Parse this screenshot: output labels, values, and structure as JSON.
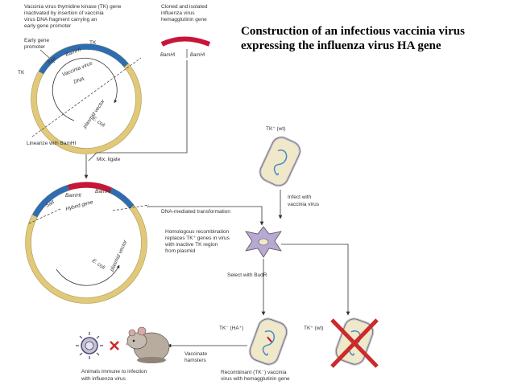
{
  "slide_title": {
    "line1": "Construction of an infectious vaccinia virus",
    "line2": "expressing the influenza virus HA gene"
  },
  "labels": {
    "tk_gene_caption": [
      "Vaccinia virus thymidine kinase (TK) gene",
      "inactivated by insertion of vaccinia",
      "virus DNA fragment carrying an",
      "early gene promoter"
    ],
    "early_gene_promoter": [
      "Early gene",
      "promoter"
    ],
    "tk_top": "TK",
    "tk_left": "TK",
    "sali": "SalI",
    "bamhi": "BamHI",
    "vaccinia_virus_dna": [
      "Vaccinia virus",
      "DNA"
    ],
    "e_coli_plasmid_vector": [
      "E. coli",
      "plasmid vector"
    ],
    "ha_gene_caption": [
      "Cloned and isolated",
      "influenza virus",
      "hemagglutinin gene"
    ],
    "bamhi_left": "BamHI",
    "bamhi_right": "BamHI",
    "linearize": "Linearize with BamHI",
    "mix_ligate": "Mix, ligate",
    "hybrid_gene": "Hybrid gene",
    "dna_transformation": "DNA-mediated transformation",
    "tk_wt_top": "TK⁺ (wt)",
    "infect": [
      "Infect with",
      "vaccinia virus"
    ],
    "homologous": [
      "Homologous recombination",
      "replaces TK⁺ genes in virus",
      "with inactive TK region",
      "from plasmid"
    ],
    "select_budr": "Select with BudR",
    "tk_minus_ha": "TK⁻ (HA⁺)",
    "tk_plus_wt_bottom": "TK⁺ (wt)",
    "vaccinate": [
      "Vaccinate",
      "hamsters"
    ],
    "recombinant": [
      "Recombinant (TK⁻) vaccinia",
      "virus with hemagglutinin gene"
    ],
    "animals_immune": [
      "Animals immune to infection",
      "with influenza virus"
    ]
  },
  "colors": {
    "plasmid_ring": "#e2c97a",
    "tk_segment": "#2f6db3",
    "ha_gene": "#c8153a",
    "virus_body": "#c7c2cf",
    "virus_fill": "#efe9c9",
    "cross": "#cc2a2a",
    "arrow": "#333333"
  },
  "icons": [
    "influenza-virus-icon",
    "hamster-icon",
    "star-shaped-cell-icon",
    "vaccinia-virus-icon",
    "red-cross-icon"
  ]
}
